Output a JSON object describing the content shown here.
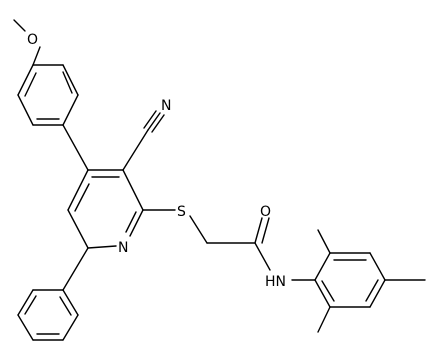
{
  "molecule": {
    "atom_labels": {
      "methoxy_oxygen": "O",
      "nitrile_nitrogen": "N",
      "thioether_sulfur": "S",
      "carbonyl_oxygen": "O",
      "pyridine_nitrogen": "N",
      "amide_nitrogen": "HN"
    }
  }
}
